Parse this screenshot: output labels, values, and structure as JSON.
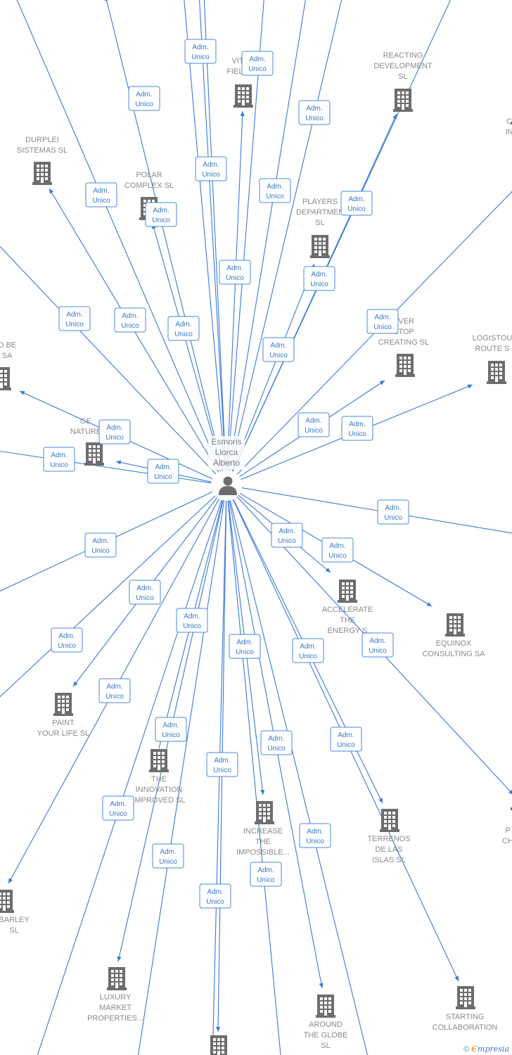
{
  "center": {
    "name_lines": [
      "Esmoris",
      "Llorca",
      "Alberto"
    ],
    "icon": "person-icon"
  },
  "companies": [
    {
      "id": "vitality",
      "lines": [
        "VIT",
        "FIELD"
      ],
      "icon": "building-icon"
    },
    {
      "id": "reacting",
      "lines": [
        "REACTING",
        "DEVELOPMENT",
        "SL"
      ],
      "icon": "building-icon"
    },
    {
      "id": "durplei",
      "lines": [
        "DURPLEI",
        "SISTEMAS  SL"
      ],
      "icon": "building-icon"
    },
    {
      "id": "polar",
      "lines": [
        "POLAR",
        "COMPLEX  SL"
      ],
      "icon": "building-icon"
    },
    {
      "id": "players",
      "lines": [
        "PLAYERS",
        "DEPARTMEN",
        "SL"
      ],
      "icon": "building-icon"
    },
    {
      "id": "never-stop",
      "lines": [
        "EVER",
        "STOP",
        "CREATING  SL"
      ],
      "icon": "building-icon"
    },
    {
      "id": "logistou",
      "lines": [
        "LOGISTOU",
        "ROUTE  S"
      ],
      "icon": "building-icon"
    },
    {
      "id": "o-be",
      "lines": [
        "O BE",
        "SA"
      ],
      "icon": "building-icon"
    },
    {
      "id": "get-nature",
      "lines": [
        "GE",
        "NATURE"
      ],
      "icon": "building-icon"
    },
    {
      "id": "accelerate",
      "lines": [
        "ACCELERATE",
        "THE",
        "ENERGY  S"
      ],
      "icon": "building-icon"
    },
    {
      "id": "equinox",
      "lines": [
        "EQUINOX",
        "CONSULTING SA"
      ],
      "icon": "building-icon"
    },
    {
      "id": "paint",
      "lines": [
        "PAINT",
        "YOUR LIFE  SL"
      ],
      "icon": "building-icon"
    },
    {
      "id": "innovation",
      "lines": [
        "THE",
        "INNOVATION",
        "IMPROVED  SL"
      ],
      "icon": "building-icon"
    },
    {
      "id": "increase",
      "lines": [
        "INCREASE",
        "THE",
        "IMPOSSIBLE..."
      ],
      "icon": "building-icon"
    },
    {
      "id": "terrenos",
      "lines": [
        "TERRENOS",
        "DE LAS",
        "ISLAS  SL"
      ],
      "icon": "building-icon"
    },
    {
      "id": "barley",
      "lines": [
        "BARLEY",
        "SL"
      ],
      "icon": "building-icon"
    },
    {
      "id": "luxury",
      "lines": [
        "LUXURY",
        "MARKET",
        "PROPERTIES..."
      ],
      "icon": "building-icon"
    },
    {
      "id": "around",
      "lines": [
        "AROUND",
        "THE GLOBE",
        "SL"
      ],
      "icon": "building-icon"
    },
    {
      "id": "starting",
      "lines": [
        "STARTING",
        "COLLABORATION"
      ],
      "icon": "building-icon"
    },
    {
      "id": "right-p",
      "lines": [
        "P",
        "CH"
      ],
      "icon": "building-icon"
    },
    {
      "id": "right-top",
      "lines": [
        "C",
        "IN"
      ],
      "icon": "building-icon"
    },
    {
      "id": "bottom-center",
      "lines": [],
      "icon": "building-icon"
    }
  ],
  "edge_label": [
    "Adm.",
    "Unico"
  ],
  "footer": {
    "copyright": "©",
    "brand_e": "Є",
    "brand_rest": "mpresia"
  },
  "colors": {
    "edge": "#3a7ad6",
    "building": "#6d6d6d",
    "label": "#8a8a8a"
  }
}
